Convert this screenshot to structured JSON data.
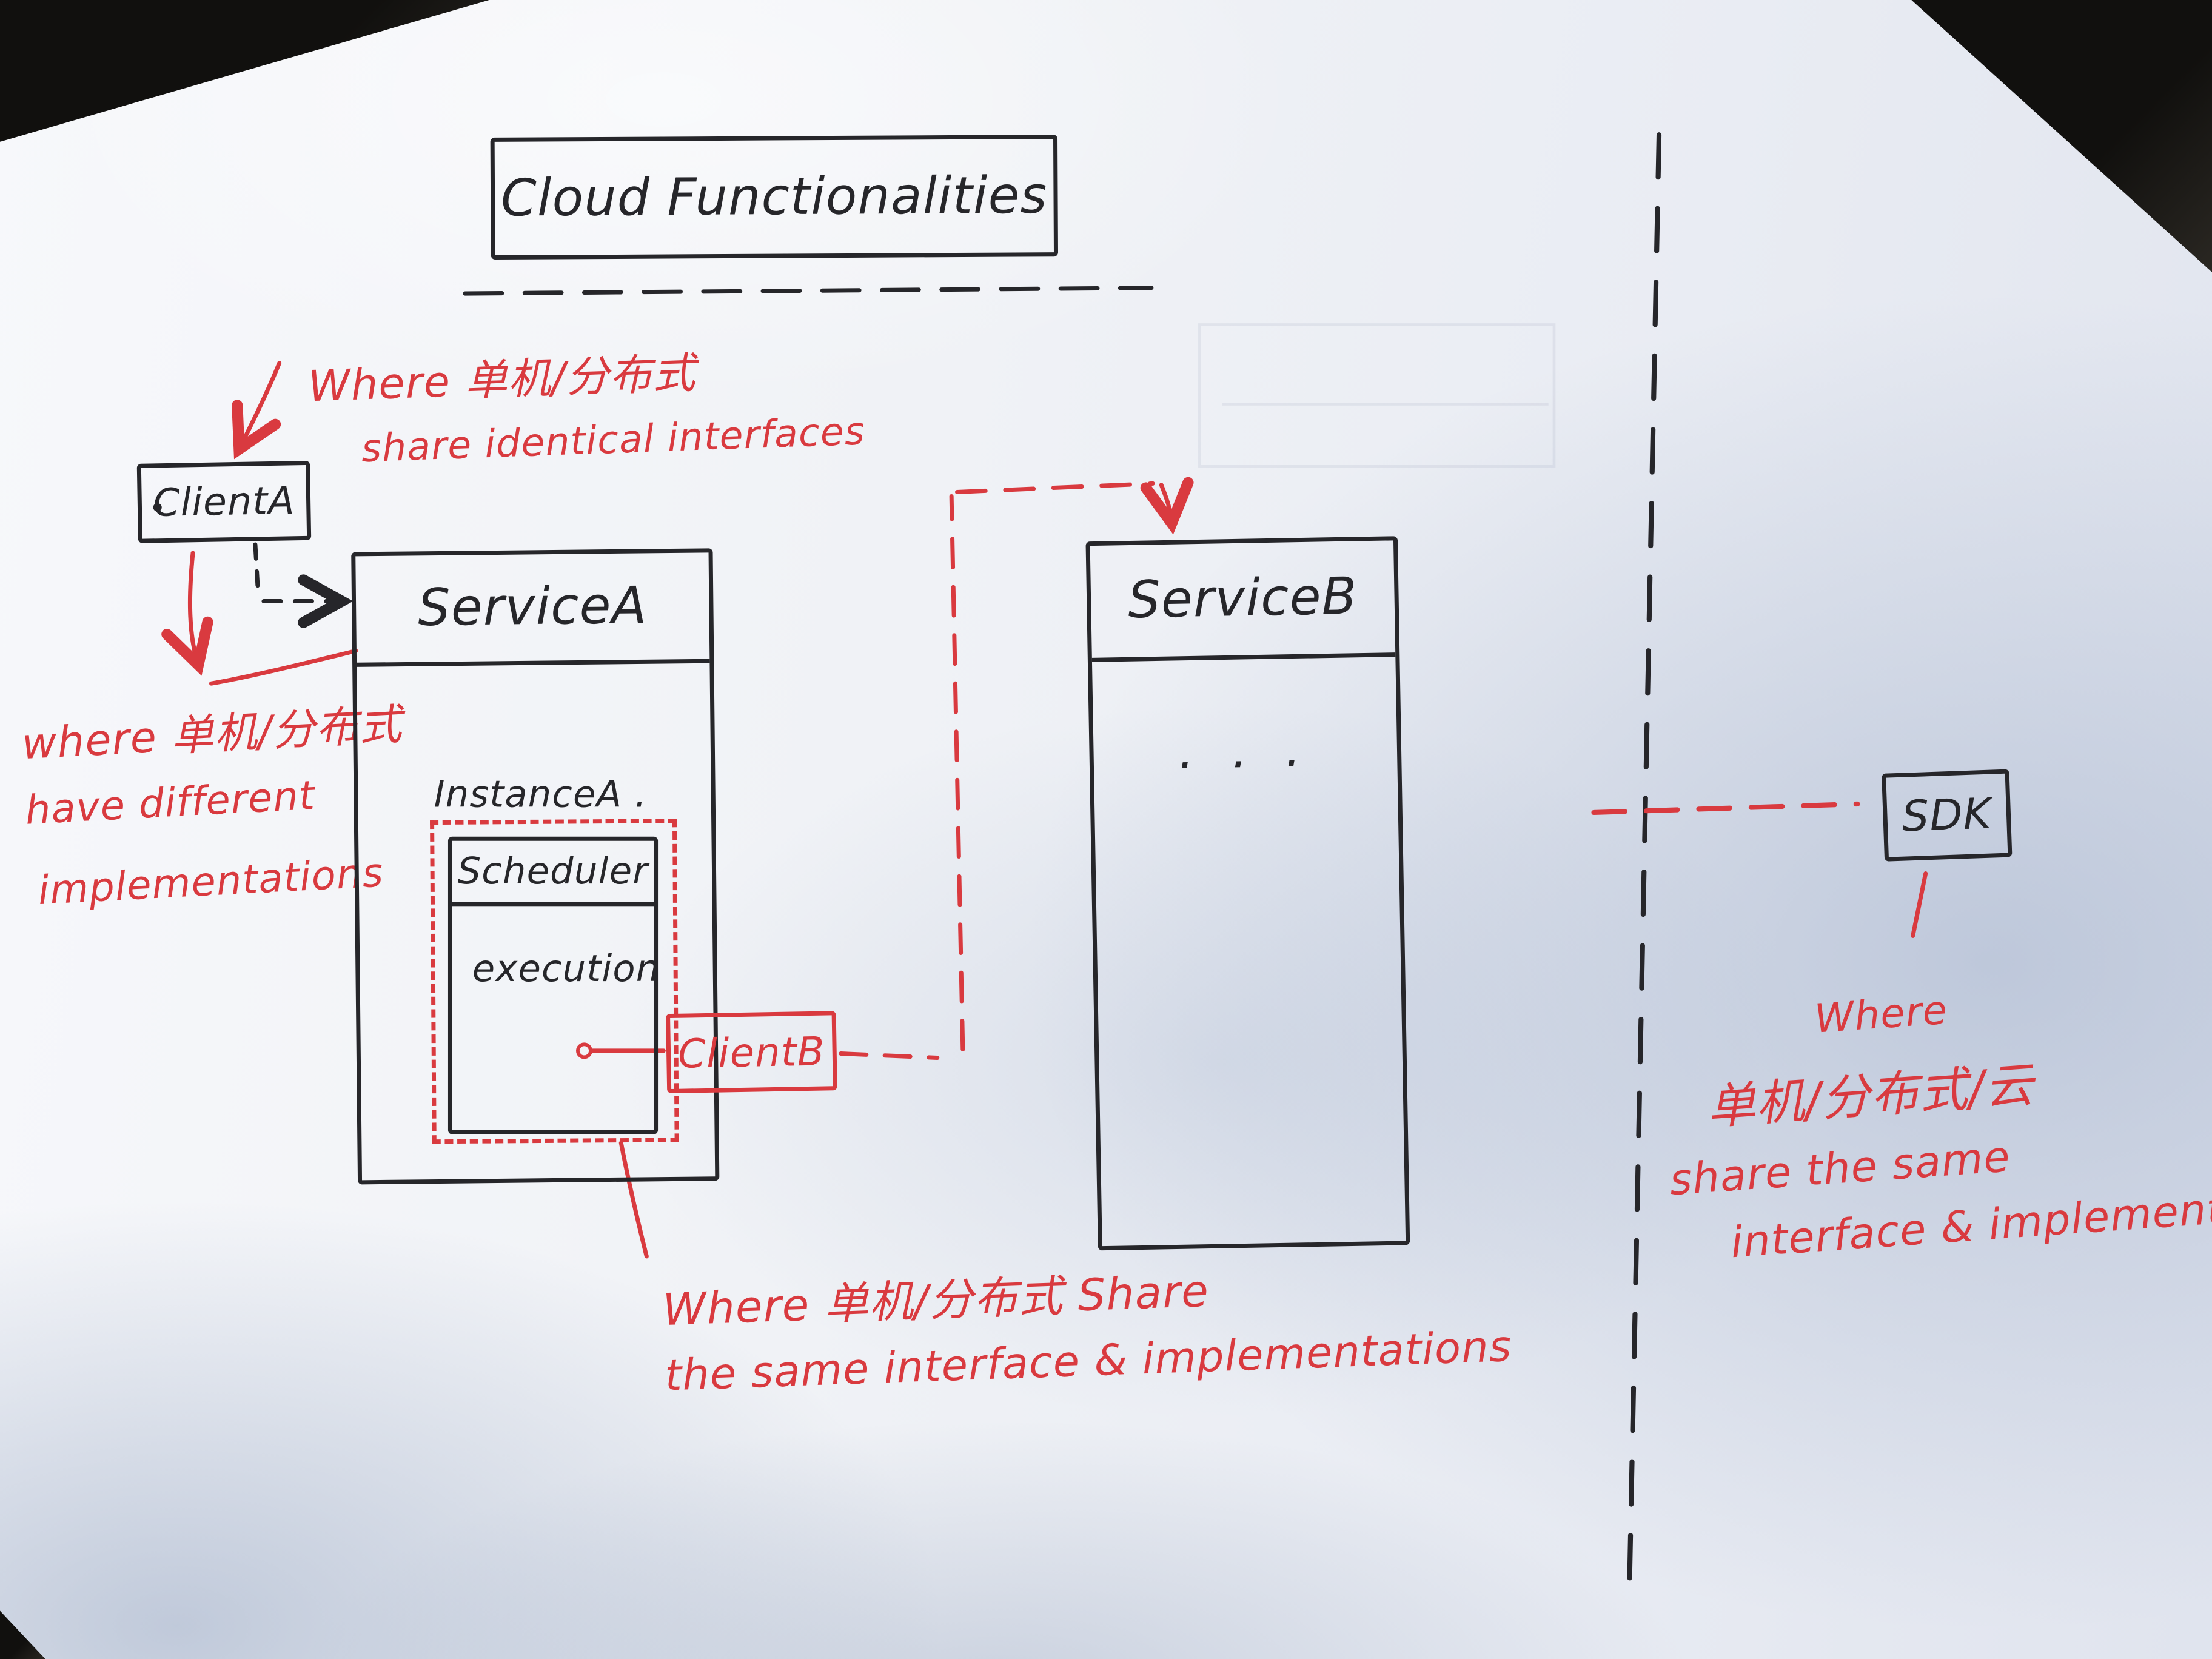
{
  "colors": {
    "ink": "#26262a",
    "red": "#d93a3f",
    "paper": "#f3f4f8",
    "desk": "#0f0e0c"
  },
  "title_box": {
    "label": "Cloud  Functionalities"
  },
  "nodes": {
    "client_a": {
      "label": "ClientA"
    },
    "service_a": {
      "label": "ServiceA"
    },
    "instance_a": {
      "label": "InstanceA ."
    },
    "scheduler": {
      "label": "Scheduler"
    },
    "execution": {
      "label": "execution"
    },
    "client_b": {
      "label": "ClientB"
    },
    "service_b": {
      "label": "ServiceB",
      "body": ". . ."
    },
    "sdk": {
      "label": "SDK"
    }
  },
  "annotations": {
    "top_left": {
      "line1": "Where 单机/分布式",
      "line2": "share identical interfaces"
    },
    "left": {
      "line1": "where 单机/分布式",
      "line2": "have different",
      "line3": "implementations"
    },
    "bottom": {
      "line1": "Where 单机/分布式 Share",
      "line2": "the same interface & implementations"
    },
    "right": {
      "line1": "Where",
      "line2": "单机/分布式/云",
      "line3": "share the same",
      "line4": "interface & implementation"
    }
  }
}
